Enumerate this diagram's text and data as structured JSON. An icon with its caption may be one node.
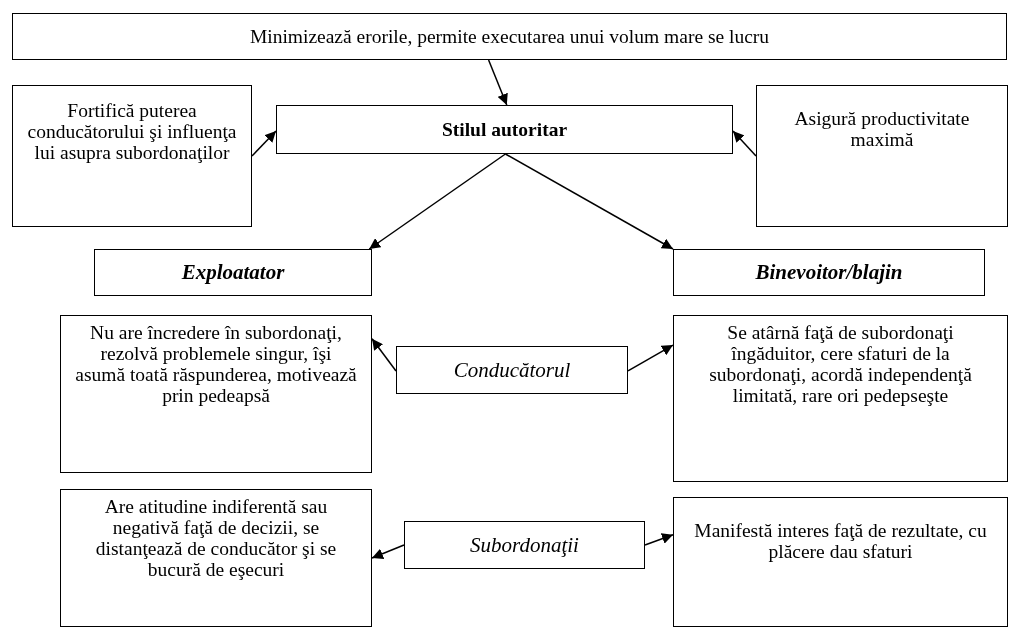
{
  "diagram": {
    "nodes": [
      {
        "text": [
          "Minimizează erorile, permite executarea unui volum mare se lucru"
        ]
      },
      {
        "text": [
          "Fortifică puterea conducătorului şi influenţa lui asupra subordonaţilor"
        ]
      },
      {
        "text": [
          "Stilul autoritar"
        ]
      },
      {
        "text": [
          "Asigură productivitate maximă"
        ]
      },
      {
        "text": [
          "Exploatator"
        ]
      },
      {
        "text": [
          "Binevoitor/blajin"
        ]
      },
      {
        "text": [
          "Nu are încredere în subordonaţi, rezolvă problemele singur, îşi asumă toată răspunderea, motivează prin pedeapsă"
        ]
      },
      {
        "text": [
          "Conducătorul"
        ]
      },
      {
        "text": [
          "Se atârnă faţă de subordonaţi îngăduitor, cere sfaturi de la subordonaţi, acordă independenţă limitată, rare ori pedepseşte"
        ]
      },
      {
        "text": [
          "Are atitudine indiferentă sau negativă faţă de decizii, se distanţează de conducător şi se bucură de eşecuri"
        ]
      },
      {
        "text": [
          "Subordonaţii"
        ]
      },
      {
        "text": [
          "Manifestă interes faţă de rezultate, cu plăcere dau sfaturi"
        ]
      }
    ],
    "edges": [
      {
        "from": 0,
        "to": 2,
        "arrow": "to"
      },
      {
        "from": 1,
        "to": 2,
        "arrow": "to"
      },
      {
        "from": 3,
        "to": 2,
        "arrow": "to"
      },
      {
        "from": 2,
        "to": 4,
        "arrow": "to"
      },
      {
        "from": 2,
        "to": 5,
        "arrow": "to"
      },
      {
        "from": 7,
        "to": 6,
        "arrow": "to"
      },
      {
        "from": 7,
        "to": 8,
        "arrow": "to"
      },
      {
        "from": 10,
        "to": 9,
        "arrow": "to"
      },
      {
        "from": 10,
        "to": 11,
        "arrow": "to"
      }
    ]
  }
}
